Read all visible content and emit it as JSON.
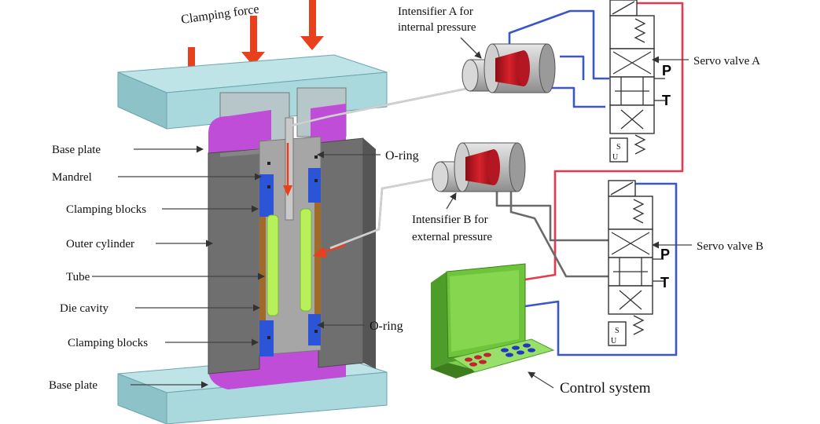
{
  "labels": {
    "clamping_force": "Clamping force",
    "intensifier_a_line1": "Intensifier A for",
    "intensifier_a_line2": "internal pressure",
    "intensifier_b_line1": "Intensifier B for",
    "intensifier_b_line2": "external pressure",
    "servo_valve_a": "Servo valve A",
    "servo_valve_b": "Servo valve B",
    "port_p_a": "P",
    "port_t_a": "T",
    "port_p_b": "P",
    "port_t_b": "T",
    "su_a_top": "S",
    "su_a_bottom": "U",
    "su_b_top": "S",
    "su_b_bottom": "U",
    "base_plate_top": "Base plate",
    "mandrel": "Mandrel",
    "clamping_blocks_top": "Clamping blocks",
    "outer_cylinder": "Outer cylinder",
    "tube": "Tube",
    "die_cavity": "Die cavity",
    "clamping_blocks_bottom": "Clamping blocks",
    "base_plate_bottom": "Base plate",
    "o_ring_top": "O-ring",
    "o_ring_bottom": "O-ring",
    "control_system": "Control system"
  },
  "colors": {
    "plate": "#a9d8dd",
    "plate_side": "#7fb9bf",
    "outer_cylinder": "#6f6f6f",
    "inner_grey": "#a6a6a6",
    "magenta": "#c04dd8",
    "clamp_blue": "#2b54d6",
    "tube_green": "#b8f05a",
    "die_brown": "#a06a2a",
    "arrow_red": "#e8401c",
    "intensifier_red": "#c4151f",
    "pipe_red": "#e8384d",
    "pipe_blue": "#3a56c8",
    "pipe_grey": "#6a6a6a",
    "screen_green": "#6ec43a"
  }
}
